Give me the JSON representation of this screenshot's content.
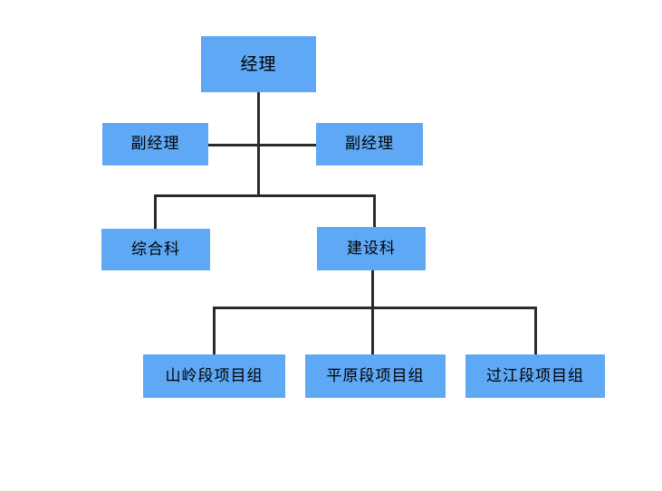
{
  "diagram": {
    "type": "organization-chart",
    "background_color": "#FFFFFF",
    "node_fill_color": "#5FA8F5",
    "node_text_color": "#000000",
    "connector_color": "#2B2B2B",
    "levels": [
      {
        "level": 1,
        "nodes": [
          {
            "id": "manager",
            "label": "经理"
          }
        ]
      },
      {
        "level": 2,
        "nodes": [
          {
            "id": "deputy-left",
            "label": "副经理"
          },
          {
            "id": "deputy-right",
            "label": "副经理"
          }
        ]
      },
      {
        "level": 3,
        "nodes": [
          {
            "id": "general",
            "label": "综合科"
          },
          {
            "id": "construction",
            "label": "建设科"
          }
        ]
      },
      {
        "level": 4,
        "nodes": [
          {
            "id": "mountain",
            "label": "山岭段项目组"
          },
          {
            "id": "plain",
            "label": "平原段项目组"
          },
          {
            "id": "river",
            "label": "过江段项目组"
          }
        ]
      }
    ]
  }
}
